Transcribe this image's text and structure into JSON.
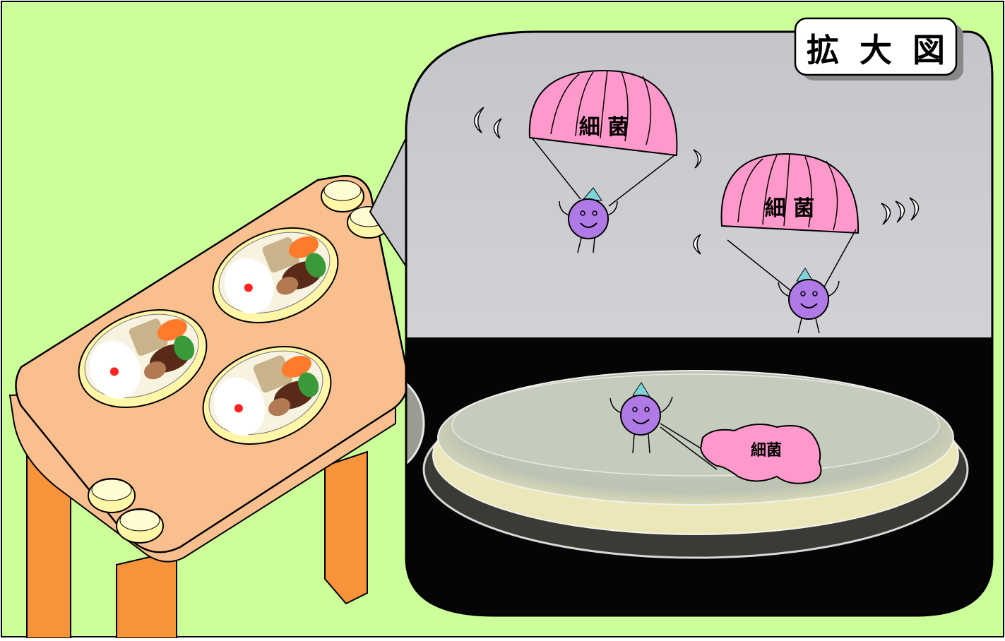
{
  "title": {
    "chars": [
      "拡",
      "大",
      "図"
    ]
  },
  "parachutes": [
    {
      "label": "細 菌"
    },
    {
      "label": "細 菌"
    }
  ],
  "landed": {
    "label": "細菌"
  },
  "colors": {
    "background": "#ccff99",
    "table_top": "#f9bf8e",
    "table_legs": "#f7943b",
    "rice_bowl": "#fff6a8",
    "parachute": "#ff99cc",
    "bacterium": "#b07ae6",
    "hat": "#7fd4d9",
    "sky": "#c9c9ce",
    "bench": "#000000",
    "agar": "#f1efc8"
  }
}
